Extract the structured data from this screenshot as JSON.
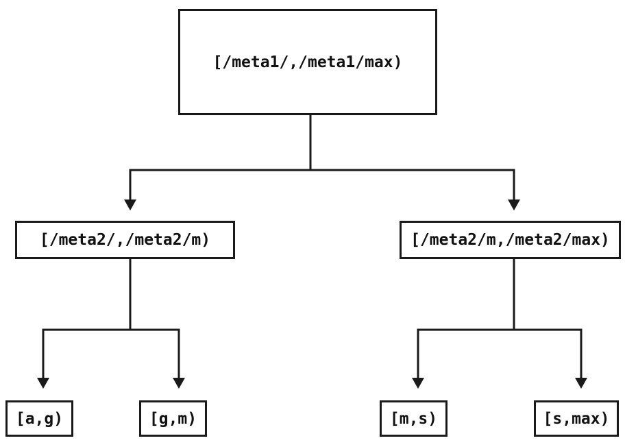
{
  "diagram": {
    "type": "tree",
    "colors": {
      "background": "#ffffff",
      "line": "#1a1a1a",
      "text": "#111111",
      "node_fill": "#ffffff"
    },
    "nodes": {
      "root": {
        "label": "[/meta1/,/meta1/max)"
      },
      "left_child": {
        "label": "[/meta2/,/meta2/m)"
      },
      "right_child": {
        "label": "[/meta2/m,/meta2/max)"
      },
      "leaf_ag": {
        "label": "[a,g)"
      },
      "leaf_gm": {
        "label": "[g,m)"
      },
      "leaf_ms": {
        "label": "[m,s)"
      },
      "leaf_smax": {
        "label": "[s,max)"
      }
    },
    "edges": [
      {
        "from": "root",
        "to": "left_child"
      },
      {
        "from": "root",
        "to": "right_child"
      },
      {
        "from": "left_child",
        "to": "leaf_ag"
      },
      {
        "from": "left_child",
        "to": "leaf_gm"
      },
      {
        "from": "right_child",
        "to": "leaf_ms"
      },
      {
        "from": "right_child",
        "to": "leaf_smax"
      }
    ]
  }
}
